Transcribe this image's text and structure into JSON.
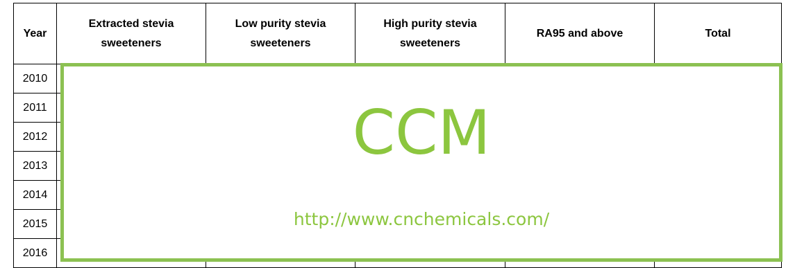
{
  "table": {
    "headers": {
      "year": "Year",
      "extracted_line1": "Extracted stevia",
      "extracted_line2": "sweeteners",
      "low_line1": "Low purity stevia",
      "low_line2": "sweeteners",
      "high_line1": "High purity stevia",
      "high_line2": "sweeteners",
      "ra95": "RA95 and above",
      "total": "Total"
    },
    "years": [
      "2010",
      "2011",
      "2012",
      "2013",
      "2014",
      "2015",
      "2016"
    ]
  },
  "watermark": {
    "logo": "CCM",
    "url": "http://www.cnchemicals.com/",
    "color": "#8cc63f"
  }
}
